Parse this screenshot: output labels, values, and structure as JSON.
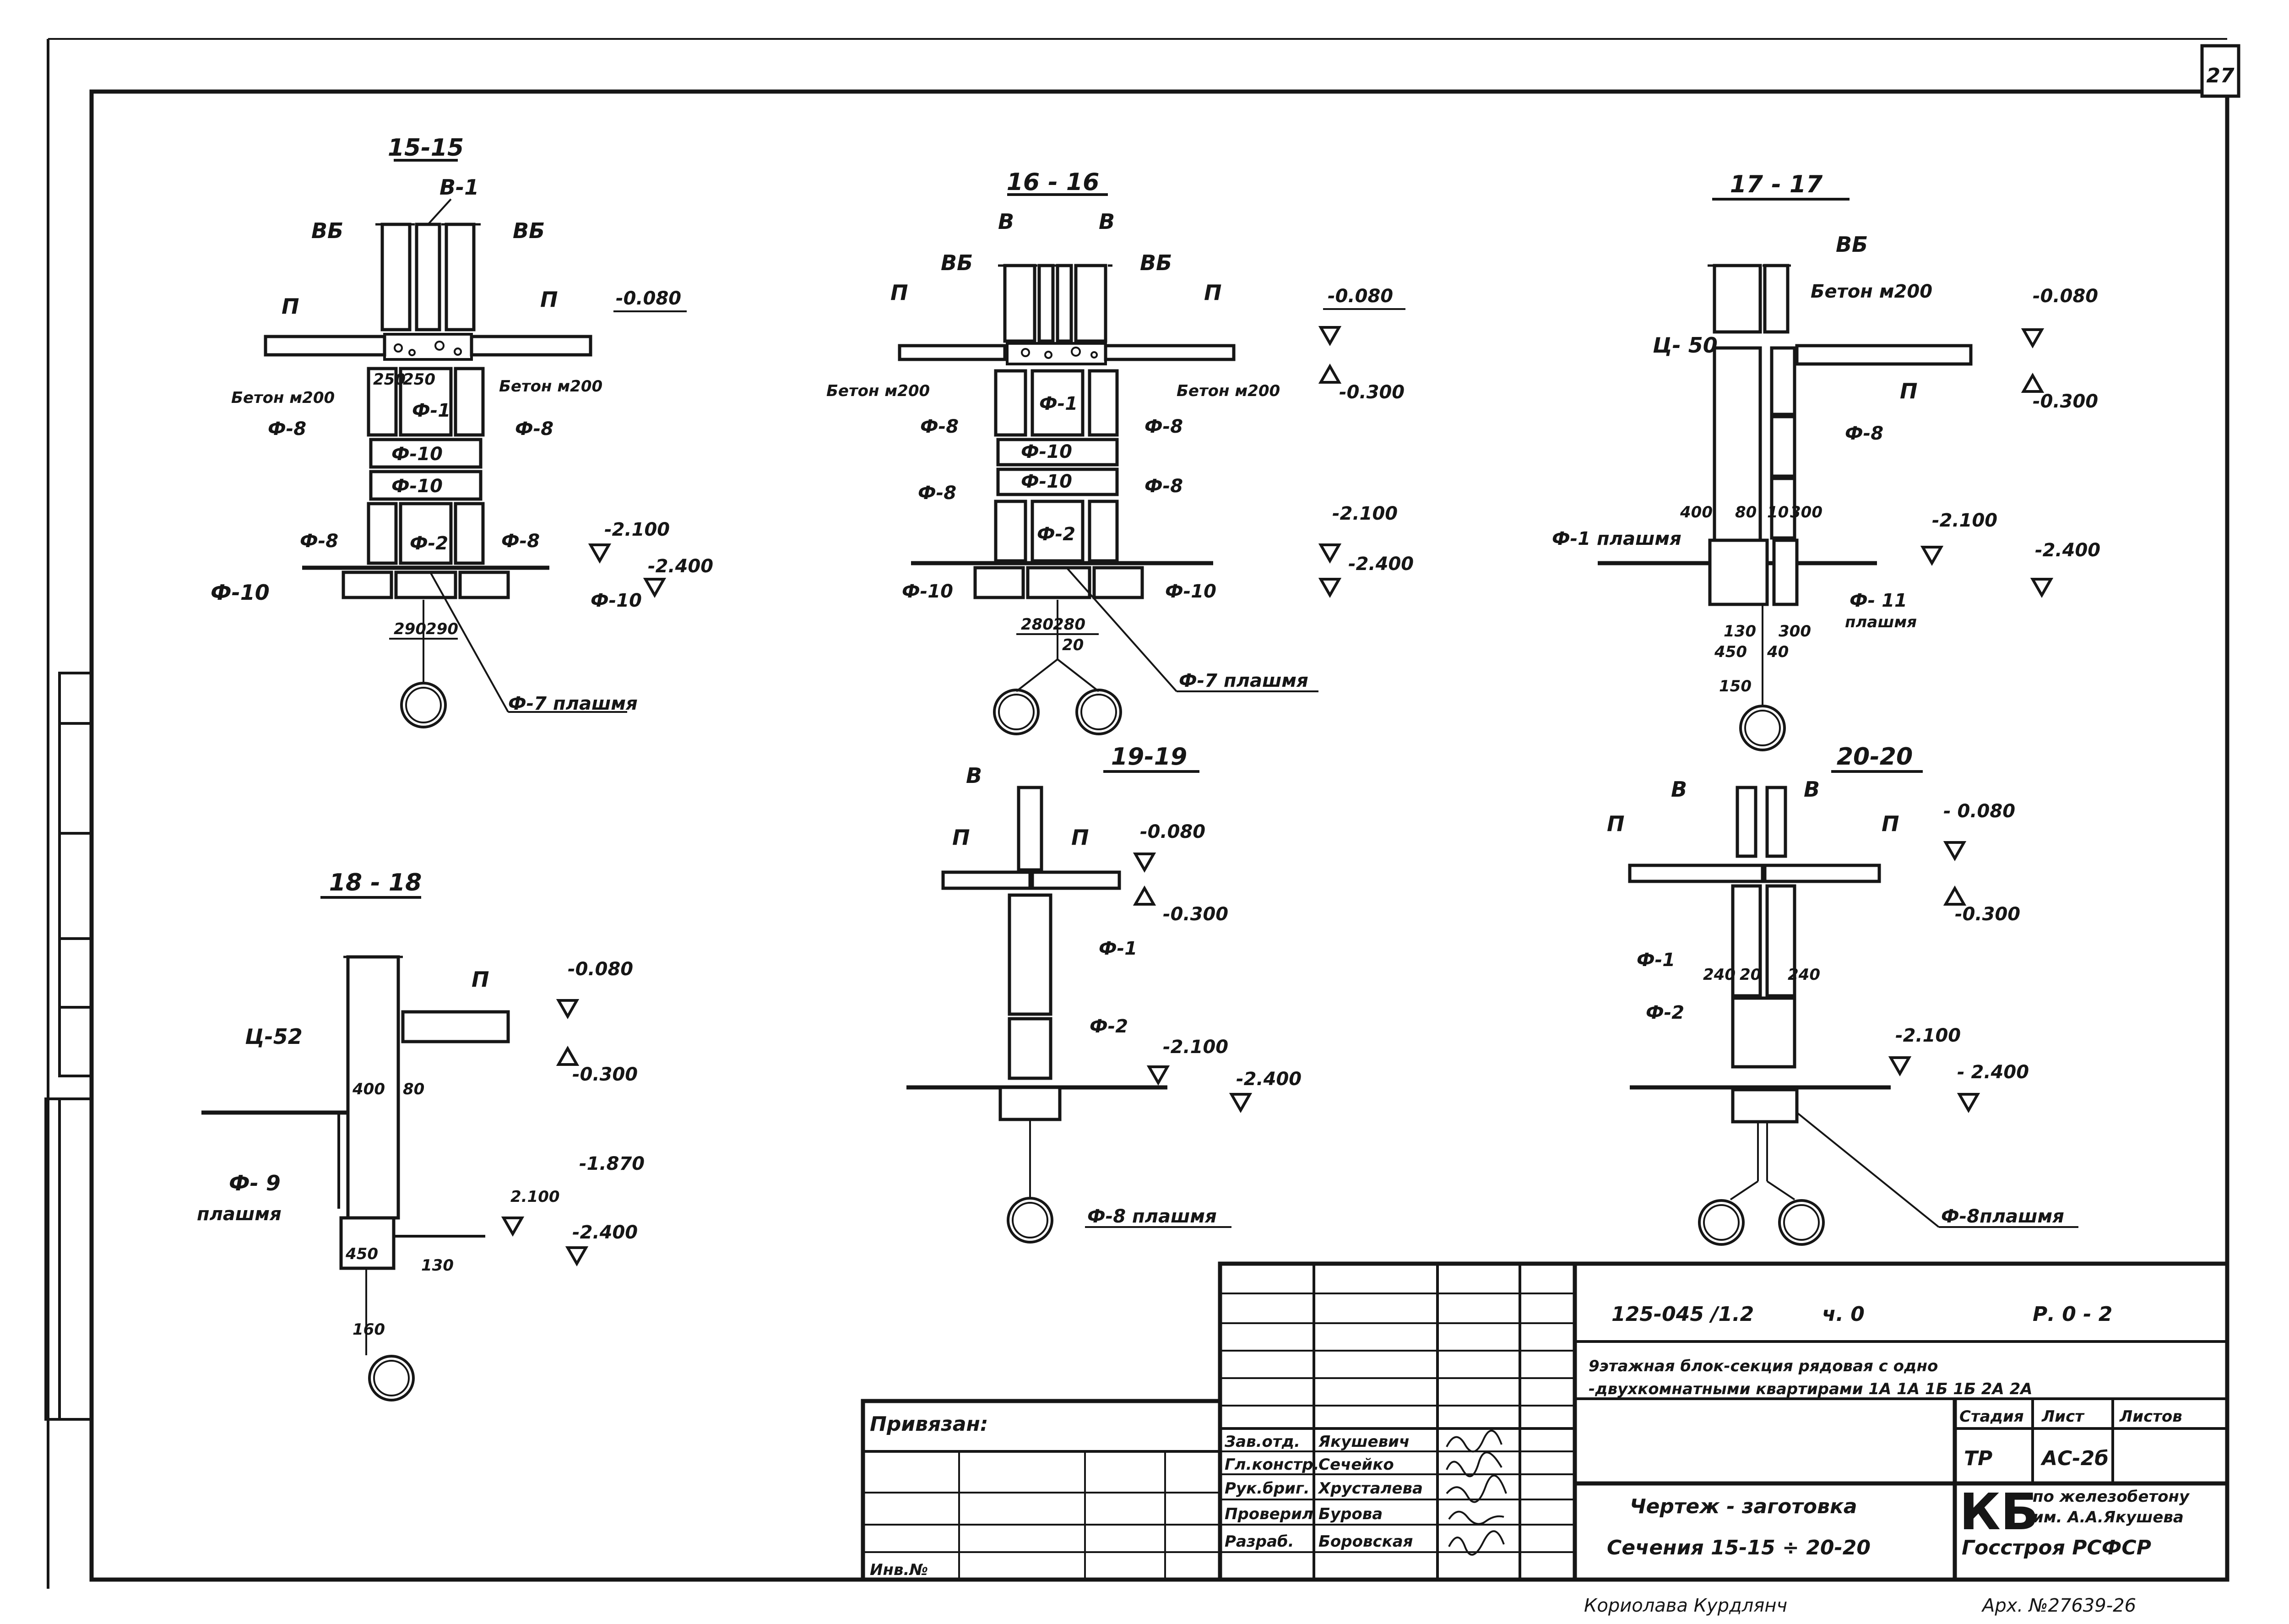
{
  "sheet_number": "27",
  "sections": {
    "s15": {
      "title": "15-15",
      "labels": [
        "В-1",
        "ВБ",
        "ВБ",
        "П",
        "П",
        "Бетон м200",
        "Бетон м200",
        "Ф-1",
        "Ф-8",
        "Ф-8",
        "Ф-10",
        "Ф-10",
        "Ф-2",
        "Ф-8",
        "Ф-8",
        "Ф-10",
        "Ф-10",
        "Ф-7 плашмя"
      ],
      "dims": [
        "250",
        "250",
        "290",
        "290"
      ],
      "levels": [
        "-0.080",
        "-2.100",
        "-2.400"
      ]
    },
    "s16": {
      "title": "16 - 16",
      "labels": [
        "В",
        "В",
        "ВБ",
        "ВБ",
        "П",
        "П",
        "Бетон м200",
        "Бетон м200",
        "Ф-1",
        "Ф-8",
        "Ф-8",
        "Ф-10",
        "Ф-10",
        "Ф-2",
        "Ф-8",
        "Ф-8",
        "Ф-10",
        "Ф-10",
        "Ф-7 плашмя"
      ],
      "dims": [
        "280",
        "280",
        "20"
      ],
      "levels": [
        "-0.080",
        "-0.300",
        "-2.100",
        "-2.400"
      ]
    },
    "s17": {
      "title": "17 - 17",
      "labels": [
        "ВБ",
        "Бетон м200",
        "Ц- 50",
        "П",
        "Ф-8",
        "Ф-1 плашмя",
        "Ф- 11",
        "плашмя"
      ],
      "dims": [
        "400",
        "80",
        "10",
        "300",
        "130",
        "450",
        "300",
        "40",
        "150"
      ],
      "levels": [
        "-0.080",
        "-0.300",
        "-2.100",
        "-2.400"
      ]
    },
    "s18": {
      "title": "18 - 18",
      "labels": [
        "П",
        "Ц-52",
        "Ф- 9",
        "плашмя"
      ],
      "dims": [
        "400",
        "80",
        "450",
        "130",
        "160"
      ],
      "levels": [
        "-0.080",
        "-0.300",
        "-1.870",
        "2.100",
        "-2.400"
      ]
    },
    "s19": {
      "title": "19-19",
      "labels": [
        "В",
        "П",
        "П",
        "Ф-1",
        "Ф-2",
        "Ф-8 плашмя"
      ],
      "levels": [
        "-0.080",
        "-0.300",
        "-2.100",
        "-2.400"
      ]
    },
    "s20": {
      "title": "20-20",
      "labels": [
        "В",
        "В",
        "П",
        "П",
        "Ф-1",
        "Ф-2",
        "Ф-8плашмя"
      ],
      "dims": [
        "240",
        "20",
        "240"
      ],
      "levels": [
        "- 0.080",
        "-0.300",
        "-2.100",
        "- 2.400"
      ]
    }
  },
  "title_block": {
    "project_code": "125-045 /1.2",
    "part": "ч. 0",
    "section": "Р. 0 - 2",
    "description_line1": "9этажная блок-секция рядовая с одно",
    "description_line2": "-двухкомнатными квартирами 1А 1А 1Б 1Б 2А 2А",
    "stage_header": "Стадия",
    "sheet_header": "Лист",
    "sheets_header": "Листов",
    "stage": "ТР",
    "sheet": "АС-2б",
    "doc_title1": "Чертеж - заготовка",
    "doc_title2": "Сечения 15-15 ÷ 20-20",
    "org_mark": "КБ",
    "org_line1": "по железобетону",
    "org_line2": "им. А.А.Якушева",
    "org_line3": "Госстроя РСФСР",
    "bound_label": "Привязан:",
    "inv_label": "Инв.№",
    "roles": [
      {
        "role": "Зав.отд.",
        "name": "Якушевич"
      },
      {
        "role": "Гл.констр.",
        "name": "Сечейко"
      },
      {
        "role": "Рук.бриг.",
        "name": "Хрусталева"
      },
      {
        "role": "Проверил",
        "name": "Бурова"
      },
      {
        "role": "Разраб.",
        "name": "Боровская"
      }
    ],
    "bottom_note": "Кориолава Курдлянч",
    "archive": "Арх. №27639-26"
  }
}
